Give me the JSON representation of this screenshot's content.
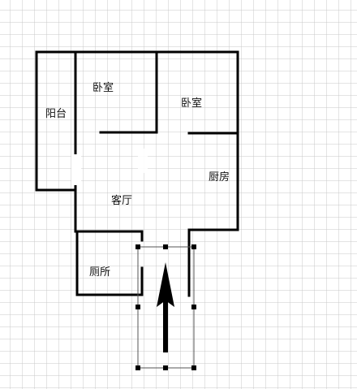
{
  "colors": {
    "grid": "#c8c8c8",
    "wall": "#000000",
    "selection": "#555555",
    "background": "#ffffff"
  },
  "rooms": {
    "balcony": "阳台",
    "bedroom_left": "卧室",
    "bedroom_right": "卧室",
    "kitchen": "厨房",
    "living_room": "客厅",
    "toilet": "厕所"
  },
  "icons": {
    "entrance": "arrow-up-icon"
  }
}
